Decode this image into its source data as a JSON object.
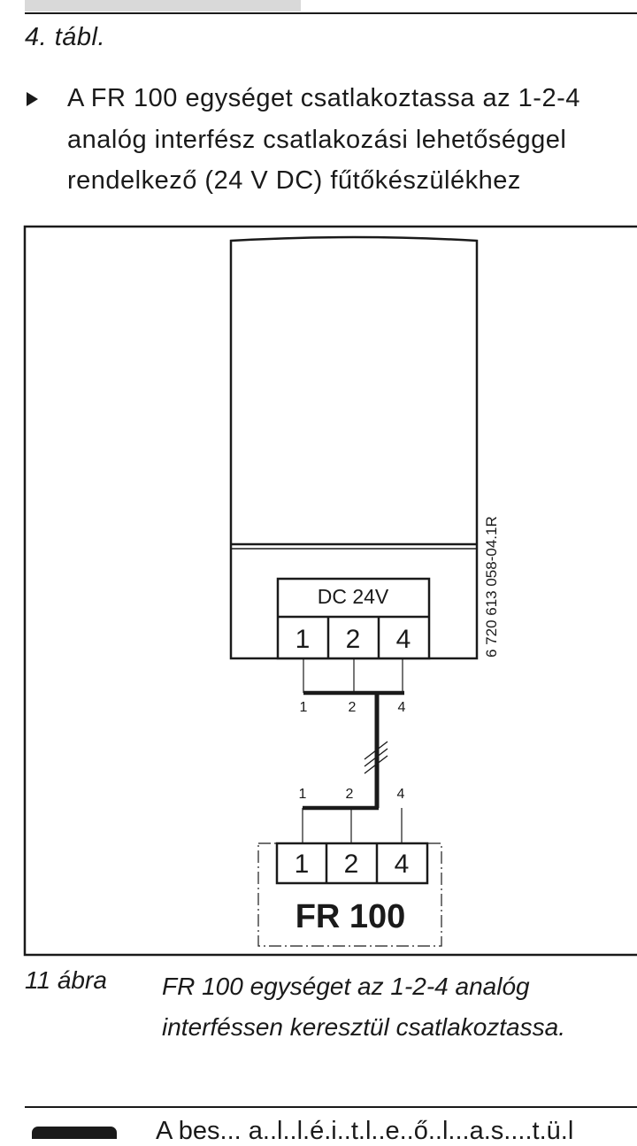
{
  "table_ref": "4. tábl.",
  "instruction": {
    "lines": [
      "A FR 100 egységet csatlakoztassa az 1-2-4",
      "analóg interfész csatlakozási lehetőséggel",
      "rendelkező (24 V DC) fűtőkészülékhez"
    ]
  },
  "figure": {
    "boiler_terminal_label": "DC 24V",
    "boiler_terminals": [
      "1",
      "2",
      "4"
    ],
    "wire_labels_top": [
      "1",
      "2",
      "4"
    ],
    "wire_labels_bottom": [
      "1",
      "2",
      "4"
    ],
    "fr_terminals": [
      "1",
      "2",
      "4"
    ],
    "device_name": "FR 100",
    "drawing_code": "6 720 613 058-04.1R"
  },
  "caption": {
    "number": "11 ábra",
    "lines": [
      "FR 100 egységet az 1-2-4 analóg",
      "interféssen keresztül csatlakoztassa."
    ]
  },
  "bottom_text": "A bes... a..l..l.é.i..t.l..e..ő..l...a.s....t.ü.l"
}
